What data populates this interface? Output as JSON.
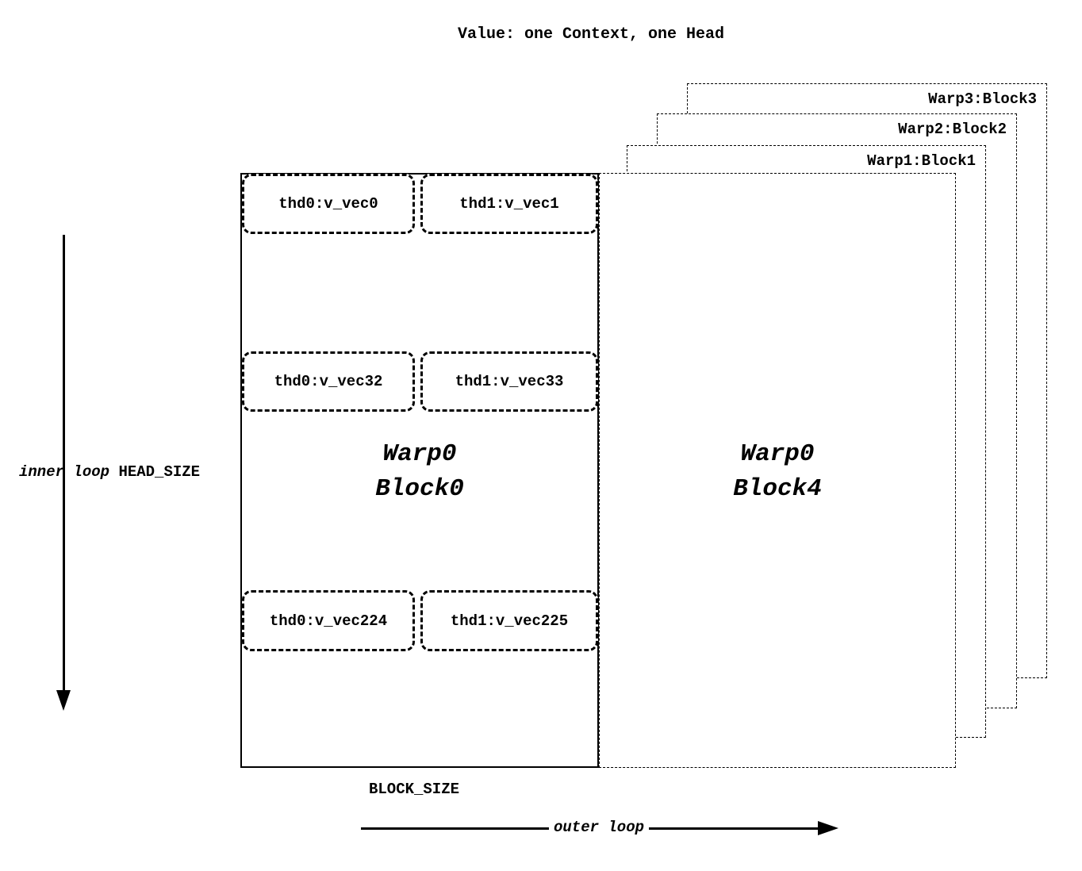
{
  "title": "Value: one Context, one Head",
  "main_block": {
    "name_line1": "Warp0",
    "name_line2": "Block0",
    "rows": [
      {
        "left": "thd0:v_vec0",
        "right": "thd1:v_vec1"
      },
      {
        "left": "thd0:v_vec32",
        "right": "thd1:v_vec33"
      },
      {
        "left": "thd0:v_vec224",
        "right": "thd1:v_vec225"
      }
    ]
  },
  "front_block": {
    "name_line1": "Warp0",
    "name_line2": "Block4"
  },
  "stacked_blocks": [
    {
      "label": "Warp1:Block1"
    },
    {
      "label": "Warp2:Block2"
    },
    {
      "label": "Warp3:Block3"
    }
  ],
  "labels": {
    "inner_loop": "inner loop",
    "head_size": "HEAD_SIZE",
    "block_size": "BLOCK_SIZE",
    "outer_loop": "outer loop"
  },
  "colors": {
    "ink": "#000000",
    "background": "#ffffff"
  }
}
